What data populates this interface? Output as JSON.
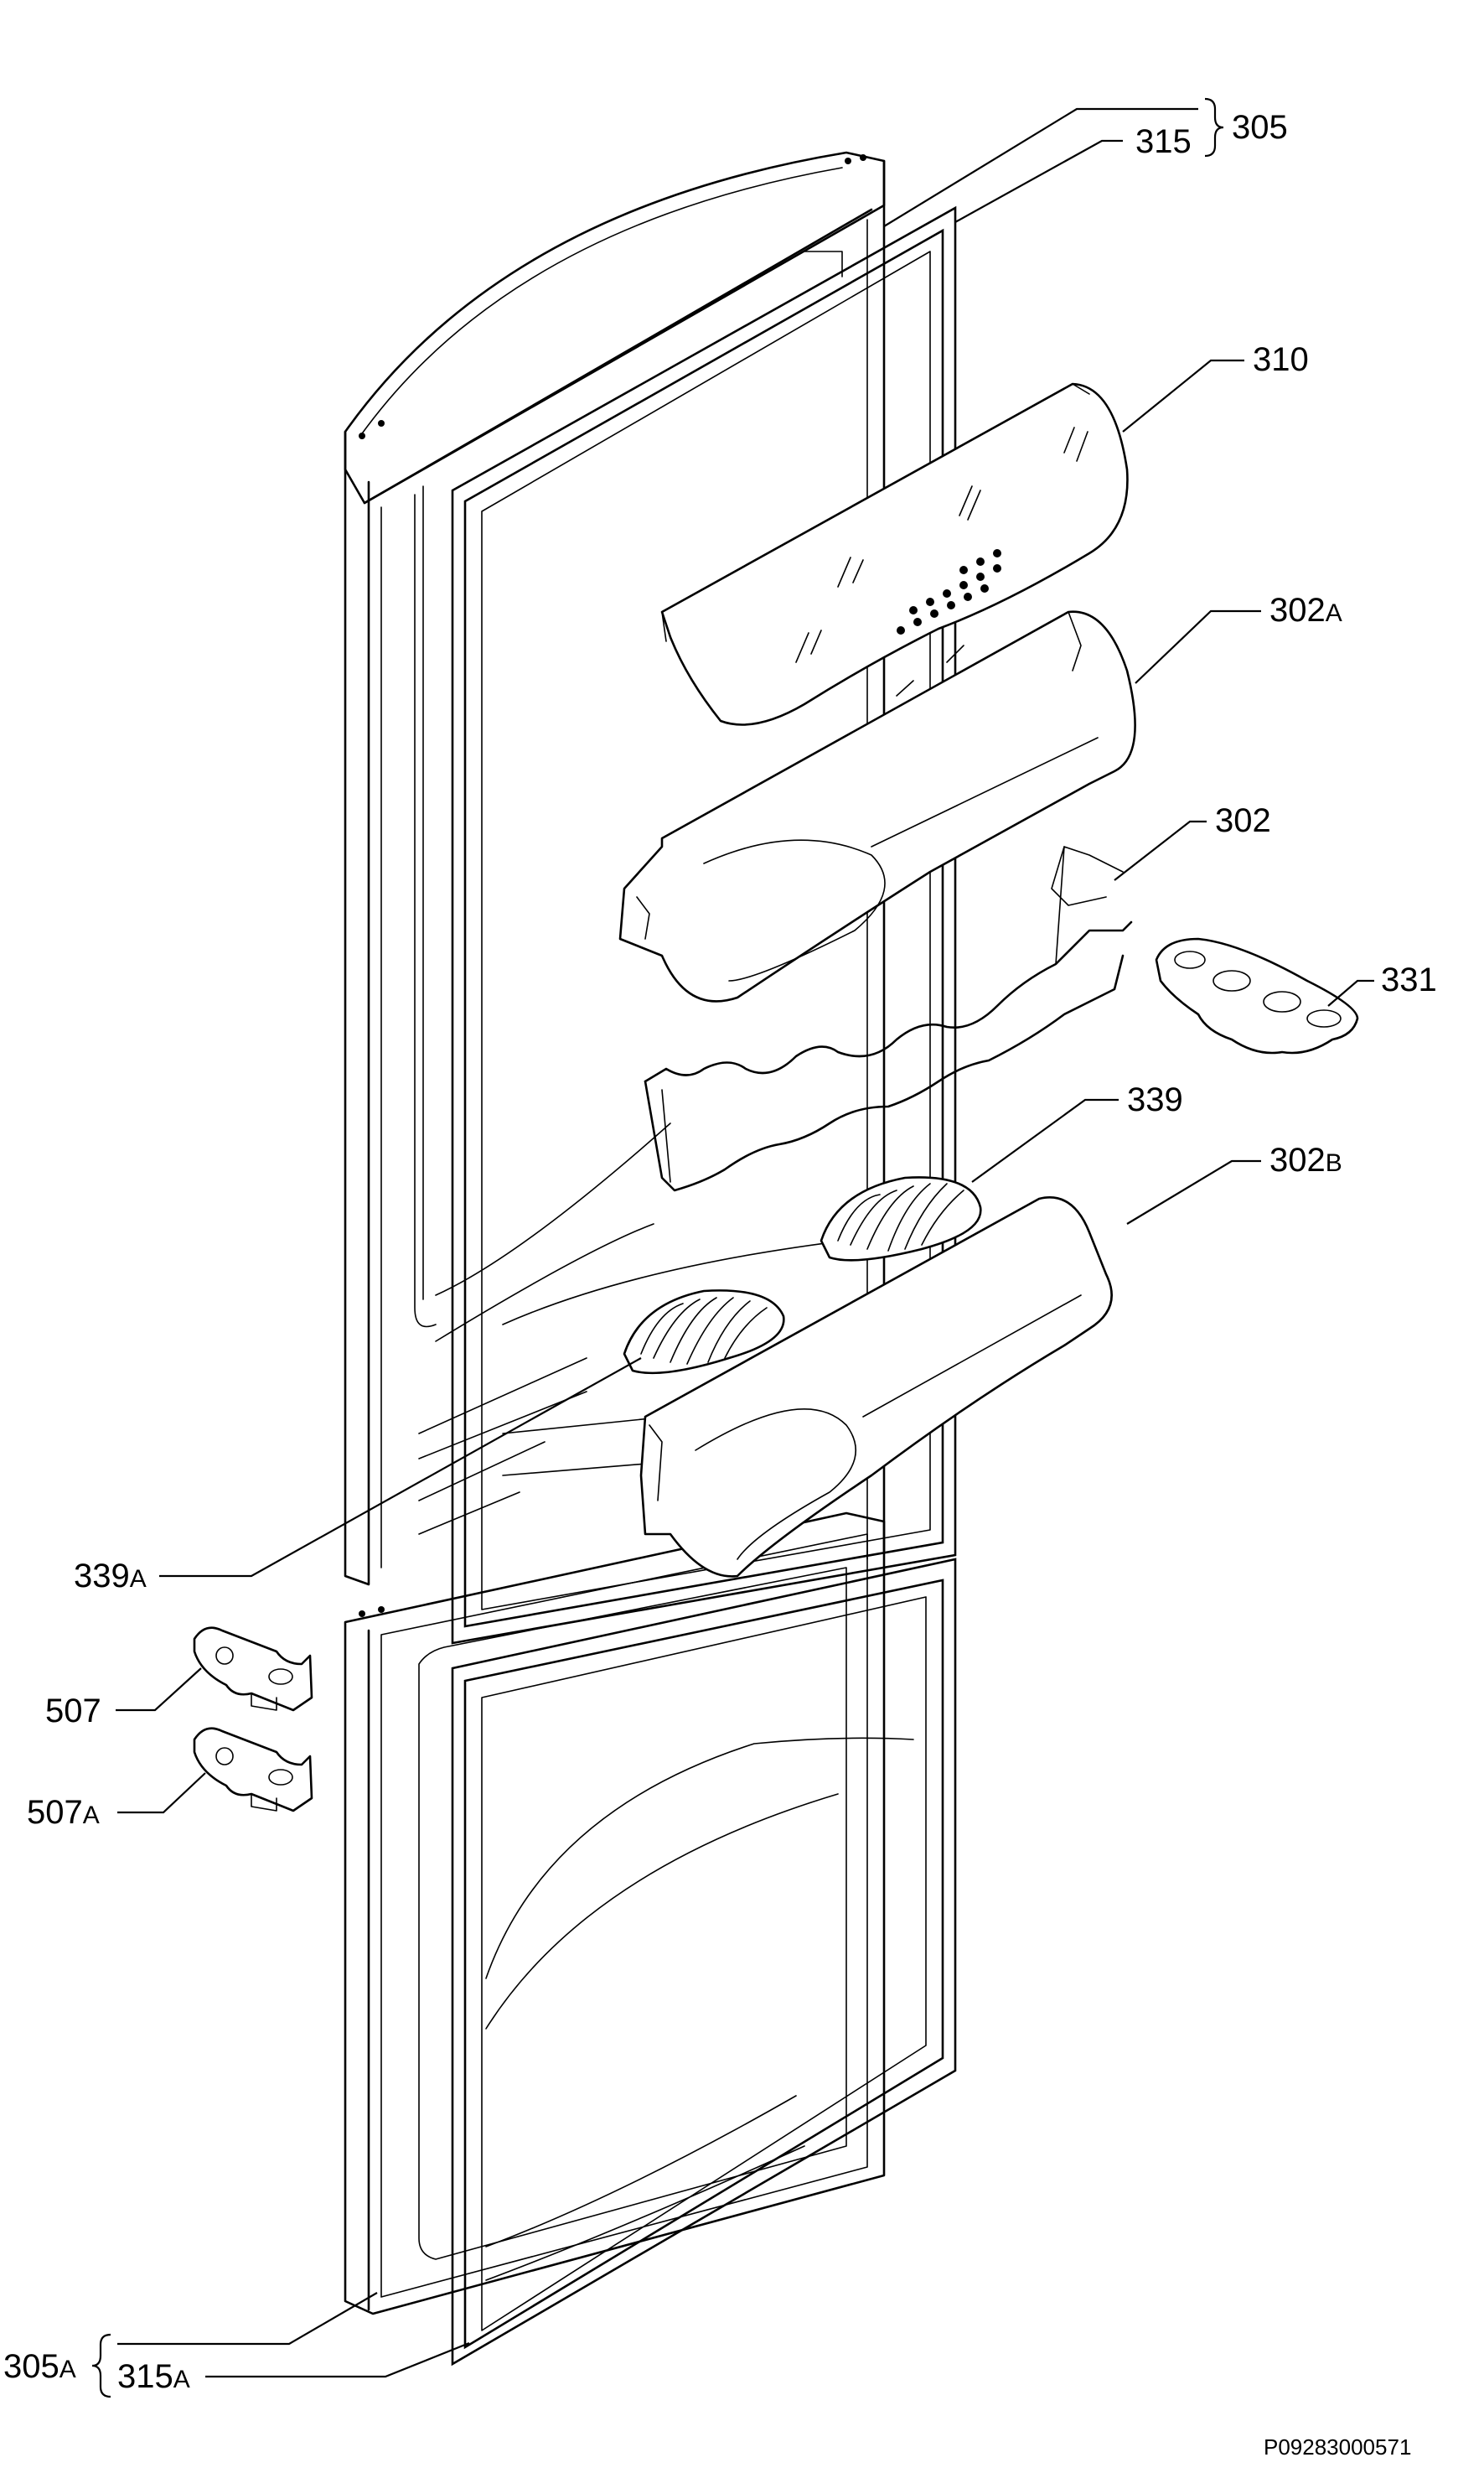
{
  "diagram": {
    "reference": "P09283000571",
    "labels": [
      {
        "id": "305",
        "main": "305",
        "suffix": ""
      },
      {
        "id": "315",
        "main": "315",
        "suffix": ""
      },
      {
        "id": "310",
        "main": "310",
        "suffix": ""
      },
      {
        "id": "302A",
        "main": "302",
        "suffix": "A"
      },
      {
        "id": "302",
        "main": "302",
        "suffix": ""
      },
      {
        "id": "331",
        "main": "331",
        "suffix": ""
      },
      {
        "id": "339",
        "main": "339",
        "suffix": ""
      },
      {
        "id": "302B",
        "main": "302",
        "suffix": "B"
      },
      {
        "id": "339A",
        "main": "339",
        "suffix": "A"
      },
      {
        "id": "507",
        "main": "507",
        "suffix": ""
      },
      {
        "id": "507A",
        "main": "507",
        "suffix": "A"
      },
      {
        "id": "305A",
        "main": "305",
        "suffix": "A"
      },
      {
        "id": "315A",
        "main": "315",
        "suffix": "A"
      }
    ]
  }
}
